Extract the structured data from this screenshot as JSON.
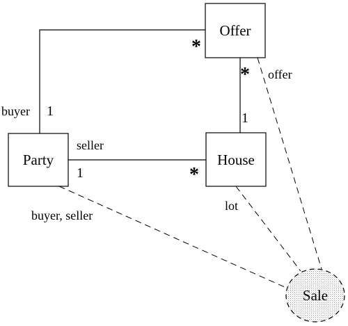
{
  "diagram": {
    "classes": {
      "offer": {
        "name": "Offer"
      },
      "party": {
        "name": "Party"
      },
      "house": {
        "name": "House"
      }
    },
    "collaboration": {
      "name": "Sale"
    },
    "associations": {
      "party_offer": {
        "party_role": "buyer",
        "party_mult": "1",
        "offer_mult": "*"
      },
      "party_house": {
        "party_role": "seller",
        "party_mult": "1",
        "house_mult": "*"
      },
      "offer_house": {
        "offer_mult": "*",
        "house_mult": "1"
      }
    },
    "collaboration_roles": {
      "party": "buyer, seller",
      "house": "lot",
      "offer": "offer"
    }
  }
}
